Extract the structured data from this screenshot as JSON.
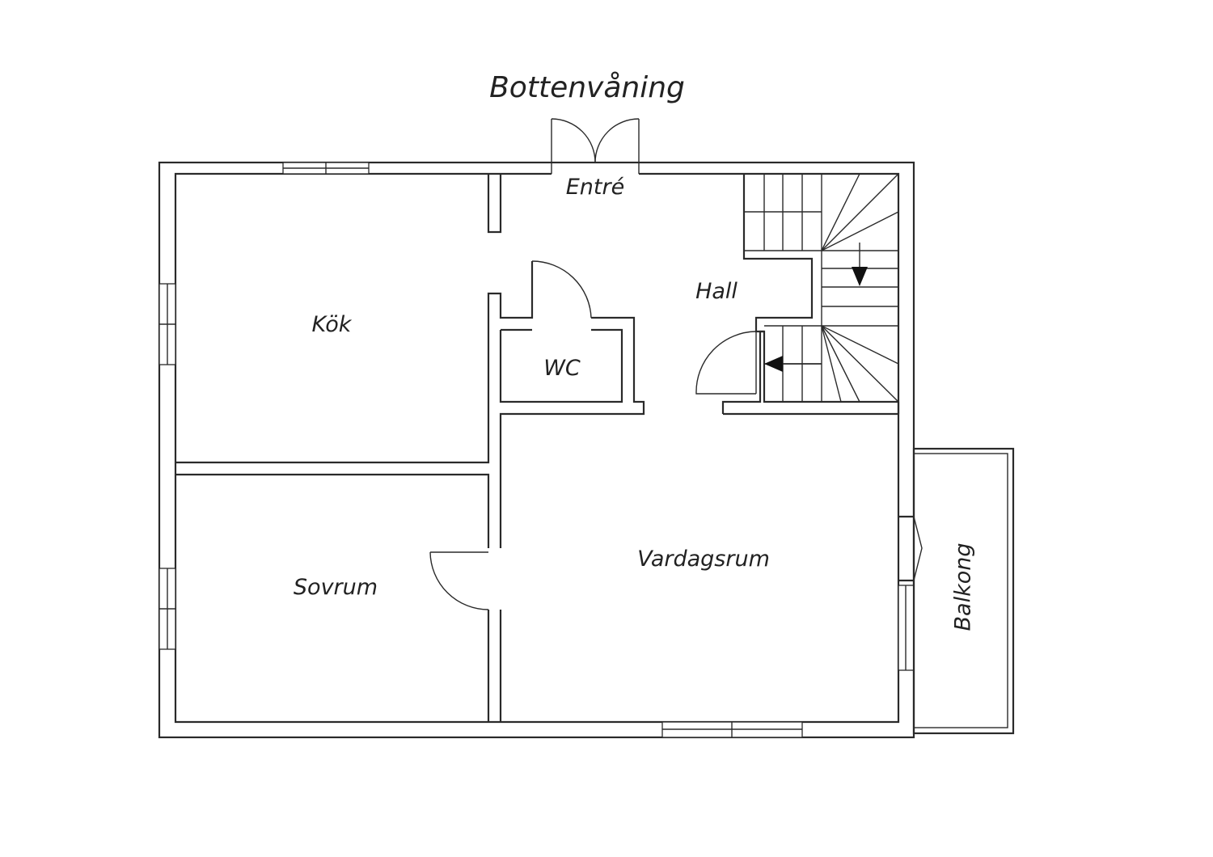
{
  "plan": {
    "title": "Bottenvåning",
    "rooms": {
      "entre": "Entré",
      "hall": "Hall",
      "kok": "Kök",
      "wc": "WC",
      "sovrum": "Sovrum",
      "vardagsrum": "Vardagsrum",
      "balkong": "Balkong"
    }
  }
}
